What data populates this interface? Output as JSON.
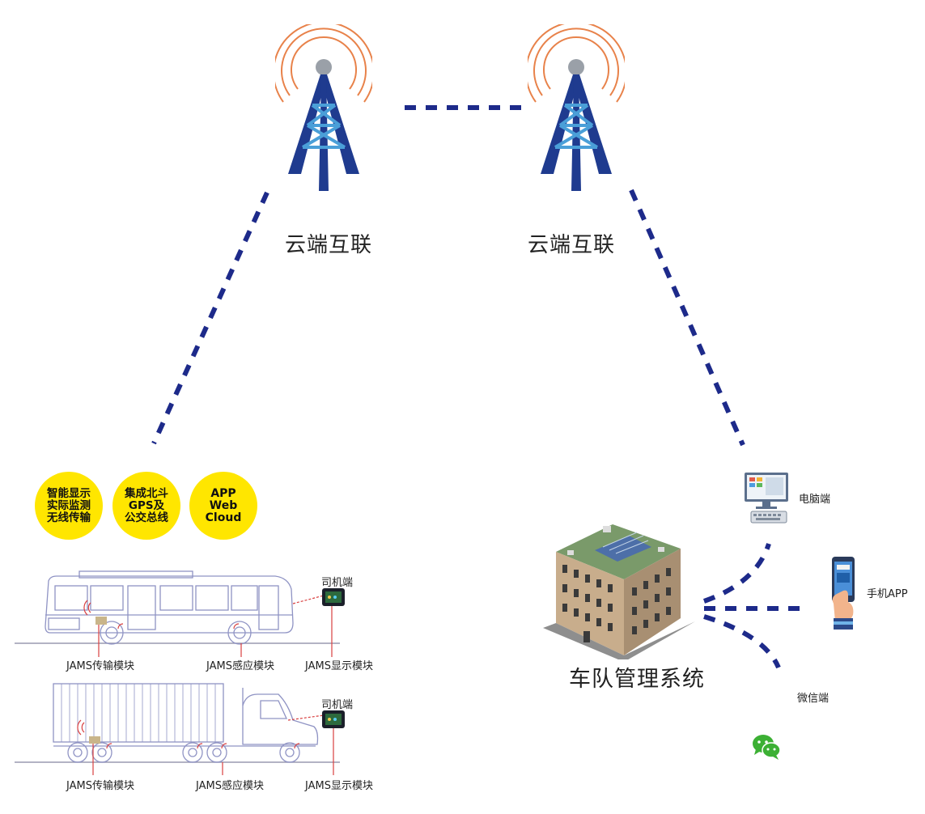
{
  "towers": [
    {
      "label": "云端互联"
    },
    {
      "label": "云端互联"
    }
  ],
  "badges": [
    {
      "lines": [
        "智能显示",
        "实际监测",
        "无线传输"
      ]
    },
    {
      "lines": [
        "集成北斗",
        "GPS及",
        "公交总线"
      ]
    },
    {
      "lines": [
        "APP",
        "Web",
        "Cloud"
      ]
    }
  ],
  "bus": {
    "driver_label": "司机端",
    "transmit_module": "JAMS传输模块",
    "sensor_module": "JAMS感应模块",
    "display_module": "JAMS显示模块"
  },
  "truck": {
    "driver_label": "司机端",
    "transmit_module": "JAMS传输模块",
    "sensor_module": "JAMS感应模块",
    "display_module": "JAMS显示模块"
  },
  "management": {
    "title": "车队管理系统",
    "pc_label": "电脑端",
    "mobile_label": "手机APP",
    "wechat_label": "微信端"
  },
  "colors": {
    "dash": "#1d2a8a",
    "tower_blue": "#1f3b8f",
    "signal_orange": "#e8824a",
    "badge_yellow": "#ffe600",
    "callout_red": "#d94040",
    "wechat_green": "#3cb034"
  }
}
